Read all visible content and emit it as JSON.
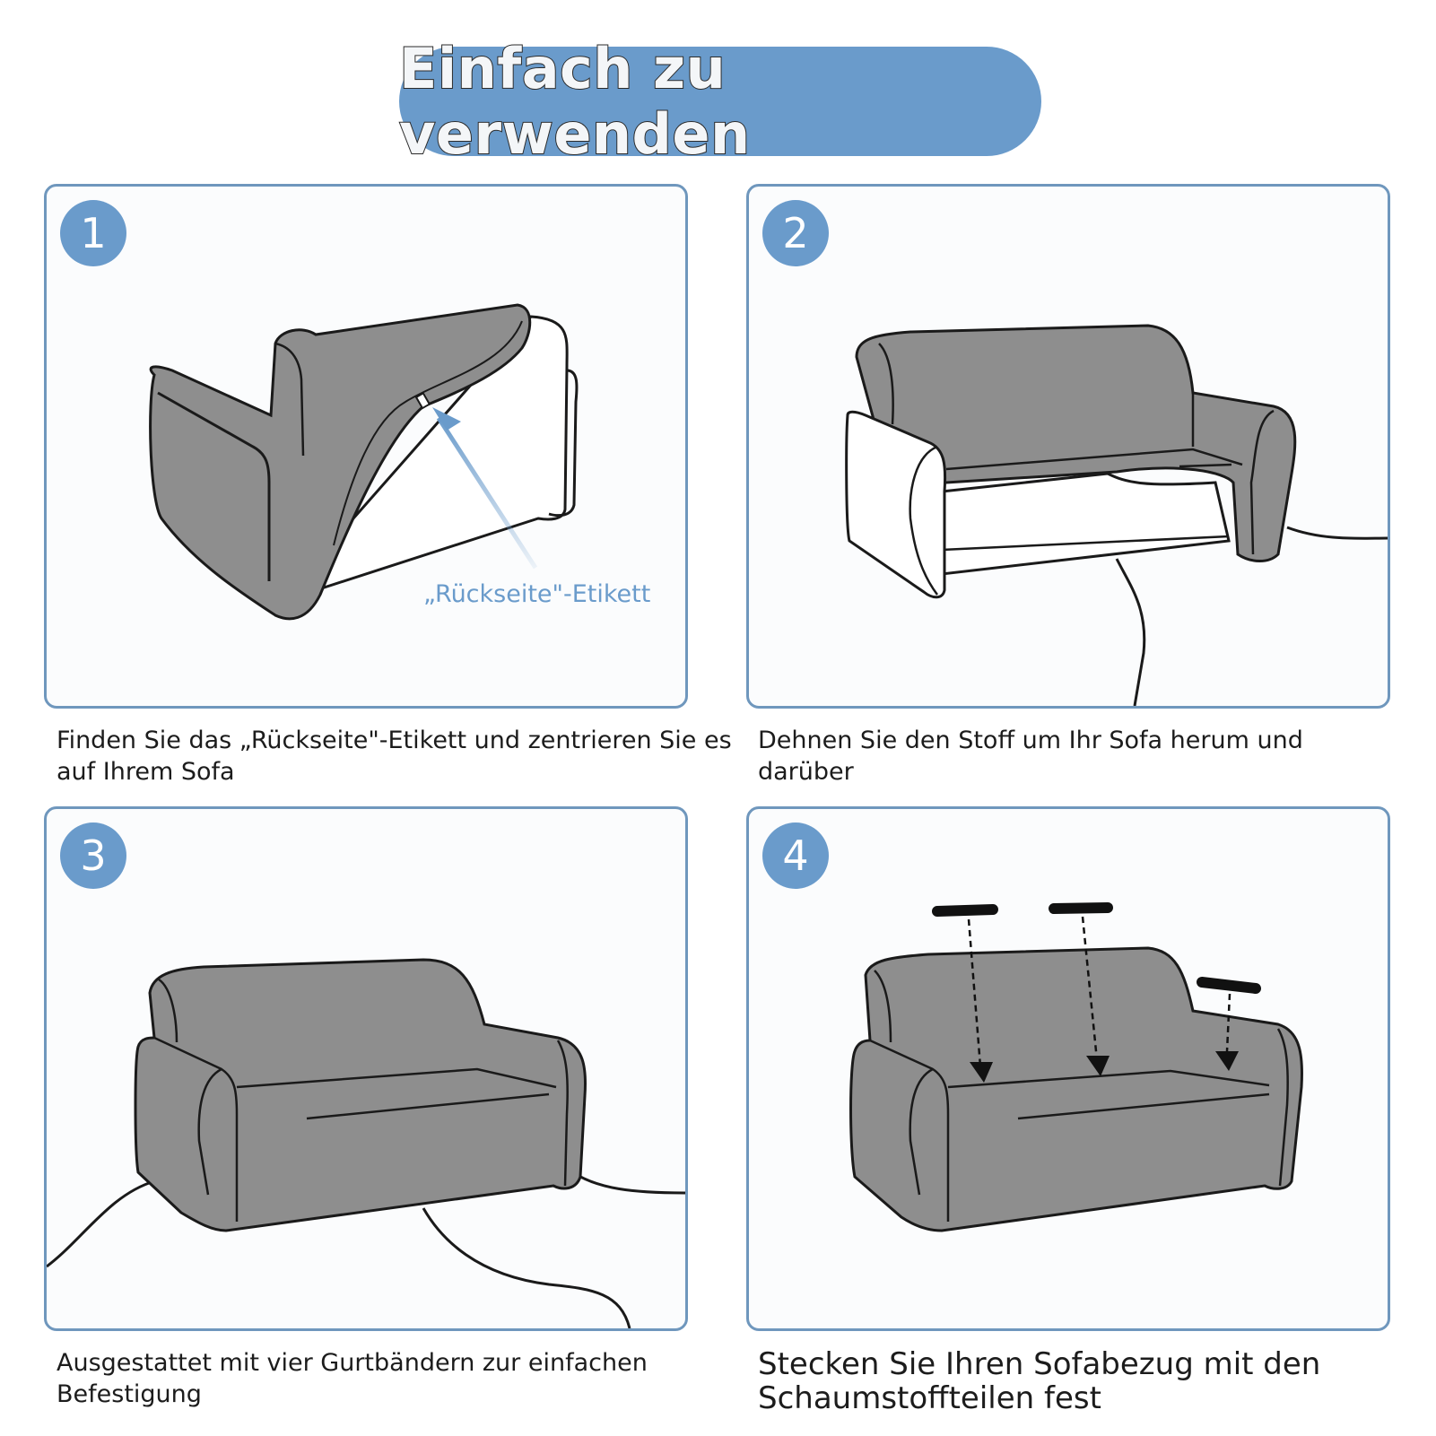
{
  "header": {
    "title": "Einfach zu verwenden"
  },
  "steps": [
    {
      "number": "1",
      "caption": "Finden Sie das „Rückseite\"-Etikett und zentrieren Sie es auf Ihrem Sofa",
      "label": "„Rückseite\"-Etikett"
    },
    {
      "number": "2",
      "caption": "Dehnen Sie den Stoff um Ihr Sofa herum und darüber"
    },
    {
      "number": "3",
      "caption": "Ausgestattet mit vier Gurtbändern zur einfachen Befestigung"
    },
    {
      "number": "4",
      "caption": "Stecken Sie Ihren Sofabezug mit den Schaumstoffteilen fest"
    }
  ],
  "colors": {
    "accent": "#6a9bcb",
    "cover_gray": "#8e8e8e",
    "outline": "#1a1a1a",
    "panel_border": "#6f97bd"
  }
}
